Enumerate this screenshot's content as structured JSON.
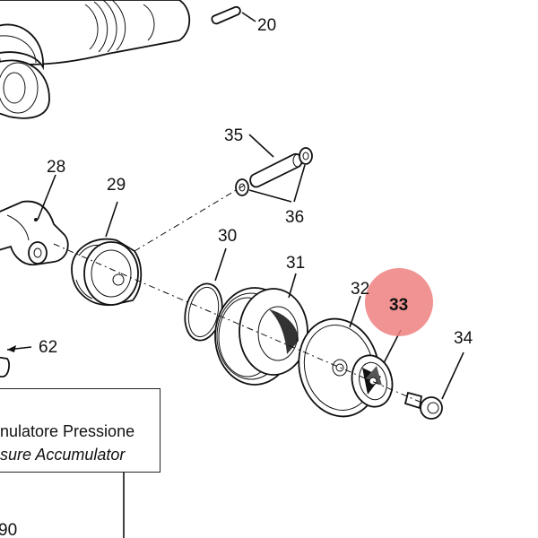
{
  "diagram": {
    "callouts": {
      "p20": "20",
      "p28": "28",
      "p29": "29",
      "p30": "30",
      "p31": "31",
      "p32": "32",
      "p33": "33",
      "p34": "34",
      "p35": "35",
      "p36": "36",
      "p62": "62",
      "p90": "90"
    },
    "highlight_color": "#f08080",
    "highlight_text_color": "#b00000",
    "highlighted_part": "33"
  },
  "legend": {
    "italian": "nulatore Pressione",
    "english": "sure Accumulator"
  }
}
